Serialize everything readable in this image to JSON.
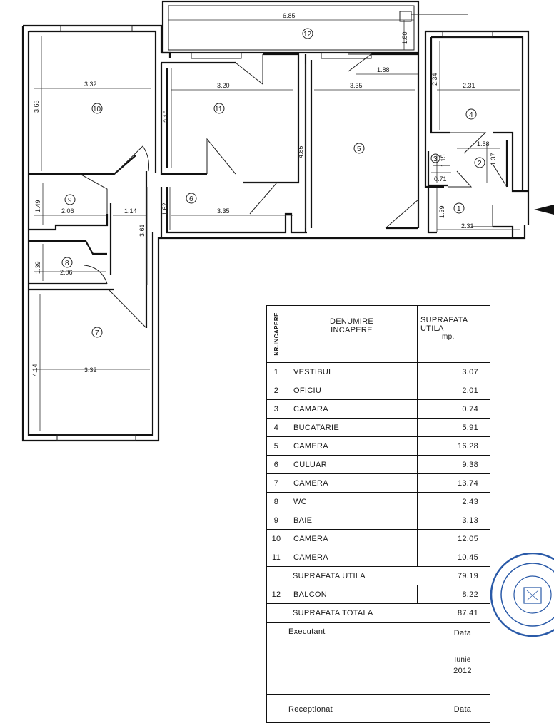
{
  "plan": {
    "rooms": [
      {
        "num": "1"
      },
      {
        "num": "2"
      },
      {
        "num": "3"
      },
      {
        "num": "4"
      },
      {
        "num": "5"
      },
      {
        "num": "6"
      },
      {
        "num": "7"
      },
      {
        "num": "8"
      },
      {
        "num": "9"
      },
      {
        "num": "10"
      },
      {
        "num": "11"
      },
      {
        "num": "12"
      }
    ],
    "dimensions": [
      "6.85",
      "1.80",
      "1.88",
      "3.32",
      "3.63",
      "3.20",
      "2.12",
      "3.35",
      "4.85",
      "2.34",
      "2.31",
      "1.58",
      "1.37",
      "1.15",
      "0.71",
      "1.49",
      "2.06",
      "1.14",
      "1.62",
      "3.35",
      "3.61",
      "1.39",
      "2.31",
      "1.39",
      "2.06",
      "4.14",
      "3.32"
    ]
  },
  "table": {
    "header": {
      "nr": "NR.INCAPERE",
      "name_line1": "DENUMIRE",
      "name_line2": "INCAPERE",
      "area_line1": "SUPRAFATA",
      "area_line2": "UTILA",
      "unit": "mp."
    },
    "rows": [
      {
        "nr": "1",
        "name": "VESTIBUL",
        "area": "3.07"
      },
      {
        "nr": "2",
        "name": "OFICIU",
        "area": "2.01"
      },
      {
        "nr": "3",
        "name": "CAMARA",
        "area": "0.74"
      },
      {
        "nr": "4",
        "name": "BUCATARIE",
        "area": "5.91"
      },
      {
        "nr": "5",
        "name": "CAMERA",
        "area": "16.28"
      },
      {
        "nr": "6",
        "name": "CULUAR",
        "area": "9.38"
      },
      {
        "nr": "7",
        "name": "CAMERA",
        "area": "13.74"
      },
      {
        "nr": "8",
        "name": "WC",
        "area": "2.43"
      },
      {
        "nr": "9",
        "name": "BAIE",
        "area": "3.13"
      },
      {
        "nr": "10",
        "name": "CAMERA",
        "area": "12.05"
      },
      {
        "nr": "11",
        "name": "CAMERA",
        "area": "10.45"
      }
    ],
    "useful_label": "SUPRAFATA UTILA",
    "useful_value": "79.19",
    "balcon": {
      "nr": "12",
      "name": "BALCON",
      "area": "8.22"
    },
    "total_label": "SUPRAFATA TOTALA",
    "total_value": "87.41",
    "executant_label": "Executant",
    "date_label": "Data",
    "date_month": "Iunie",
    "date_year": "2012",
    "receptionat_label": "Receptionat",
    "date_label_2": "Data"
  },
  "colors": {
    "stamp": "#2a5aa8",
    "ink": "#1a1a1a"
  }
}
